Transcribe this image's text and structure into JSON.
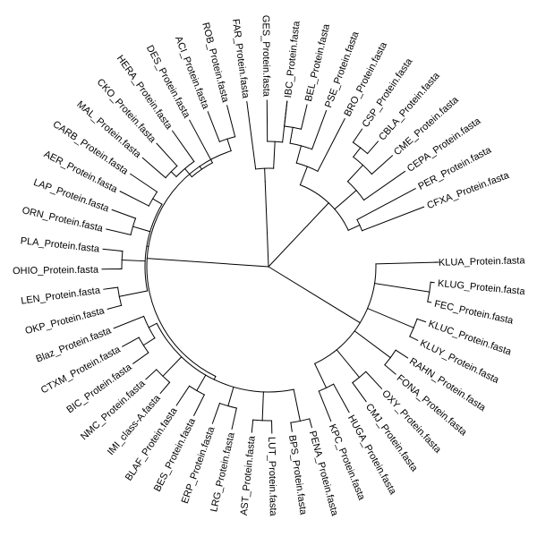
{
  "leaves": [
    "KLUA_Protein.fasta",
    "KLUG_Protein.fasta",
    "FEC_Protein.fasta",
    "KLUC_Protein.fasta",
    "KLUY_Protein.fasta",
    "RAHN_Protein.fasta",
    "FONA_Protein.fasta",
    "OXY_Protein.fasta",
    "CMJ_Protein.fasta",
    "HUGA_Protein.fasta",
    "KPC_Protein.fasta",
    "PENA_Protein.fasta",
    "BPS_Protein.fasta",
    "LUT_Protein.fasta",
    "AST_Protein.fasta",
    "LRG_Protein.fasta",
    "ERP_Protein.fasta",
    "BES_Protein.fasta",
    "BLAF_Protein.fasta",
    "IMI_class-A.fasta",
    "NMC_Protein.fasta",
    "BIC_Protein.fasta",
    "CTXM_Protein.fasta",
    "Blaz_Protein.fasta",
    "OKP_Protein.fasta",
    "LEN_Protein.fasta",
    "OHIO_Protein.fasta",
    "PLA_Protein.fasta",
    "ORN_Protein.fasta",
    "LAP_Protein.fasta",
    "AER_Protein.fasta",
    "CARB_Protein.fasta",
    "MAL_Protein.fasta",
    "CKO_Protein.fasta",
    "HERA_Protein.fasta",
    "DES_Protein.fasta",
    "ACI_Protein.fasta",
    "ROB_Protein.fasta",
    "FAR_Protein.fasta",
    "GES_Protein.fasta",
    "IBC_Protein.fasta",
    "BEL_Protein.fasta",
    "PSE_Protein.fasta",
    "BRO_Protein.fasta",
    "CSP_Protein.fasta",
    "CBLA_Protein.fasta",
    "CME_Protein.fasta",
    "CEPA_Protein.fasta",
    "PER_Protein.fasta",
    "CFXA_Protein.fasta"
  ]
}
